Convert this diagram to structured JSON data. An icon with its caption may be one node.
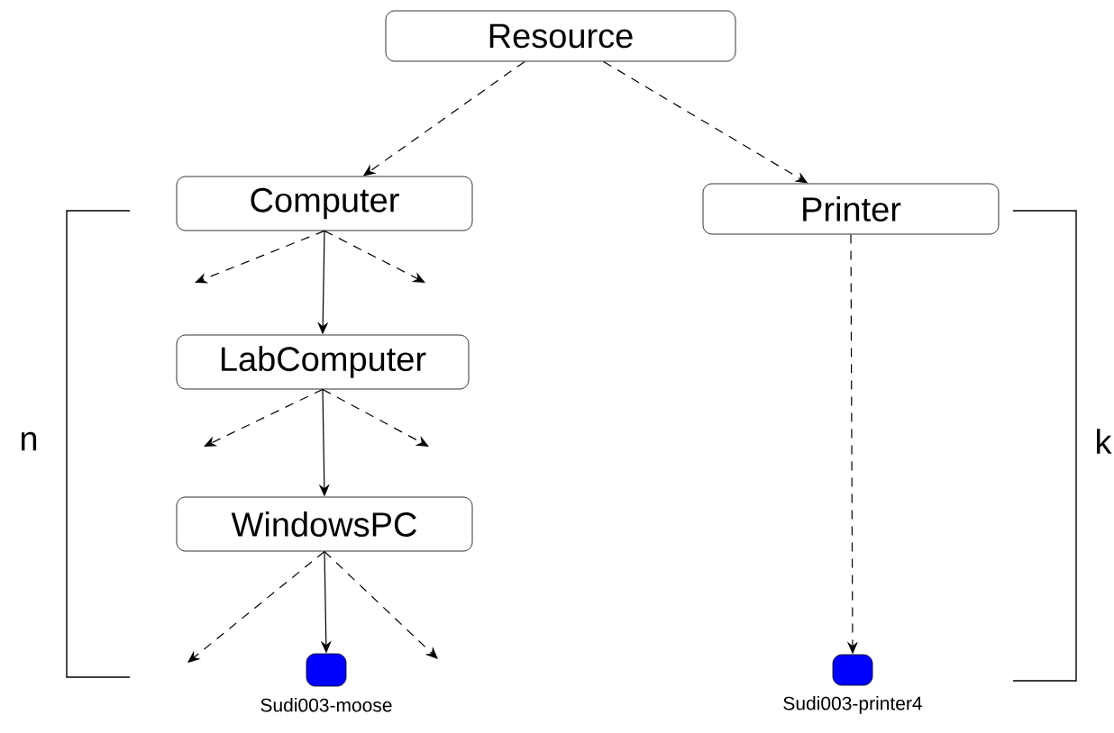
{
  "diagram": {
    "nodes": [
      {
        "text": [
          "Resource"
        ]
      },
      {
        "text": [
          "Computer"
        ]
      },
      {
        "text": [
          "Printer"
        ]
      },
      {
        "text": [
          "LabComputer"
        ]
      },
      {
        "text": [
          "WindowsPC"
        ]
      },
      {
        "text": [],
        "shape": "box",
        "beside": [
          "Sudi003-moose"
        ]
      },
      {
        "text": [],
        "shape": "box",
        "beside": [
          "Sudi003-printer4"
        ]
      }
    ],
    "edges": [
      {
        "from": 0,
        "to": 1,
        "arrow": "to",
        "style": "dashed"
      },
      {
        "from": 0,
        "to": 2,
        "arrow": "to",
        "style": "dashed"
      },
      {
        "from": 1,
        "to": null,
        "arrow": "to",
        "style": "dashed"
      },
      {
        "from": 1,
        "to": 3,
        "arrow": "to"
      },
      {
        "from": 1,
        "to": null,
        "arrow": "to",
        "style": "dashed"
      },
      {
        "from": 3,
        "to": null,
        "arrow": "to",
        "style": "dashed"
      },
      {
        "from": 3,
        "to": 4,
        "arrow": "to"
      },
      {
        "from": 3,
        "to": null,
        "arrow": "to",
        "style": "dashed"
      },
      {
        "from": 4,
        "to": null,
        "arrow": "to",
        "style": "dashed"
      },
      {
        "from": 4,
        "to": 5,
        "arrow": "to"
      },
      {
        "from": 4,
        "to": null,
        "arrow": "to",
        "style": "dashed"
      },
      {
        "from": 2,
        "to": 6,
        "arrow": "to",
        "style": "dashed"
      }
    ],
    "labels": [
      "n",
      "k"
    ]
  }
}
